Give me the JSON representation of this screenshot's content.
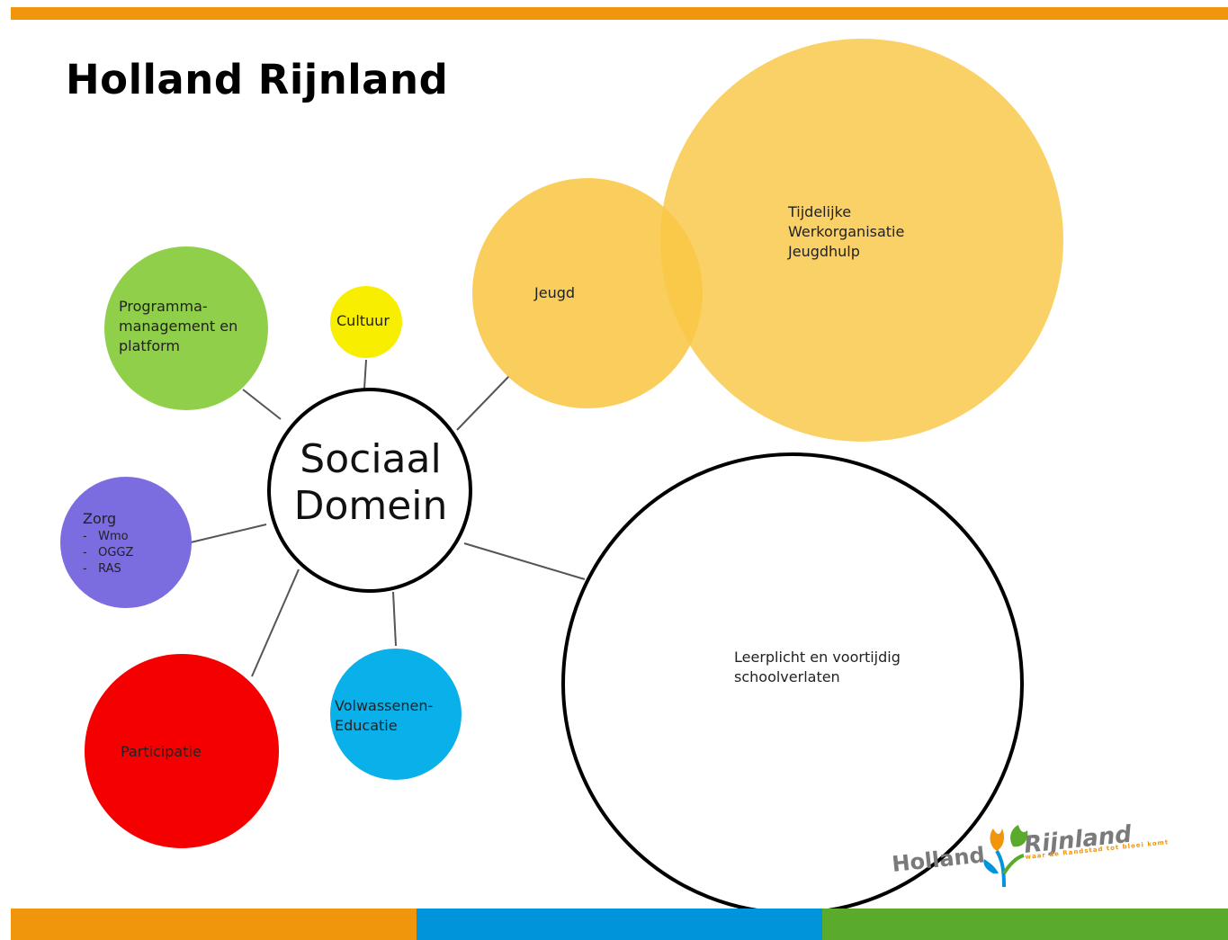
{
  "title": "Holland Rijnland",
  "center": {
    "label": "Sociaal\nDomein"
  },
  "nodes": {
    "programma": {
      "label": "Programma-\nmanagement en\nplatform",
      "color": "#8fcf4a"
    },
    "cultuur": {
      "label": "Cultuur",
      "color": "#f7ee00"
    },
    "jeugd": {
      "label": "Jeugd",
      "color": "#f9c745"
    },
    "twj": {
      "label": "Tijdelijke\nWerkorganisatie\nJeugdhulp",
      "color": "#f9c745"
    },
    "zorg": {
      "label": "Zorg",
      "items": [
        "Wmo",
        "OGGZ",
        "RAS"
      ],
      "color": "#7b6ddf"
    },
    "participatie": {
      "label": "Participatie",
      "color": "#f40000"
    },
    "volwassenen": {
      "label": "Volwassenen-\nEducatie",
      "color": "#09b0ea"
    },
    "leerplicht": {
      "label": "Leerplicht en voortijdig\nschoolverlaten",
      "color": "#ffffff"
    }
  },
  "logo": {
    "left": "Holland",
    "right": "Rijnland",
    "tagline": "waar de Randstad tot bloei komt"
  },
  "colors": {
    "orange": "#f0960c",
    "blue": "#0095da",
    "green": "#5aab2b"
  }
}
